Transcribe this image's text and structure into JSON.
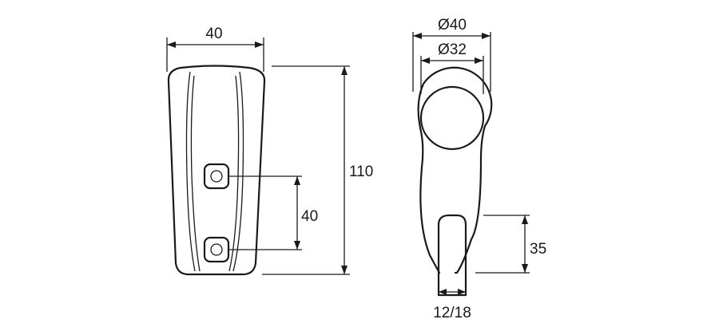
{
  "front_view": {
    "width_label": "40",
    "height_label": "110",
    "hole_spacing_label": "40"
  },
  "side_view": {
    "outer_diameter_label": "Ø40",
    "inner_diameter_label": "Ø32",
    "slot_depth_label": "35",
    "slot_width_label": "12/18"
  }
}
